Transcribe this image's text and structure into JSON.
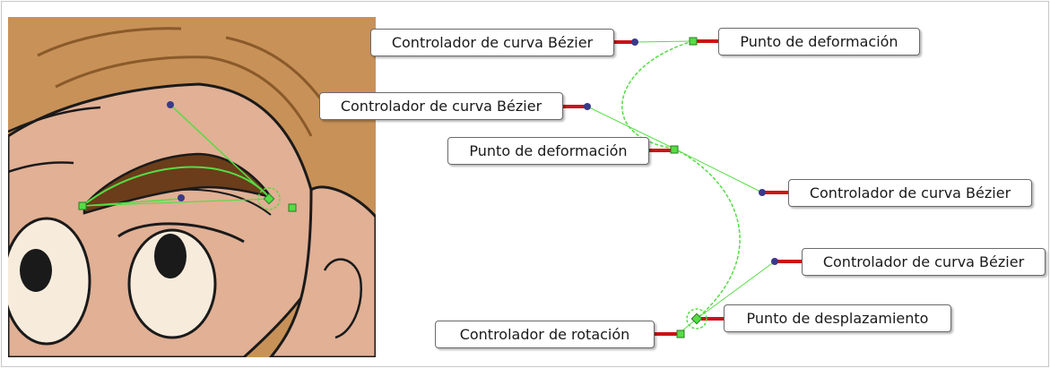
{
  "labels": {
    "bezier_top_left": "Controlador de curva Bézier",
    "deform_top": "Punto de deformación",
    "bezier_mid_left": "Controlador de curva Bézier",
    "deform_mid": "Punto de deformación",
    "bezier_mid_right": "Controlador de curva Bézier",
    "bezier_low_right": "Controlador de curva Bézier",
    "offset_point": "Punto de desplazamiento",
    "rotation_handle": "Controlador de rotación"
  },
  "colors": {
    "skin": "#e1b095",
    "hair": "#c89158",
    "eyebrow": "#6b3d1a",
    "outline": "#1a1a1a",
    "curve": "#55dd44",
    "control_point": "#3a3a8a",
    "leader": "#cc1111"
  }
}
